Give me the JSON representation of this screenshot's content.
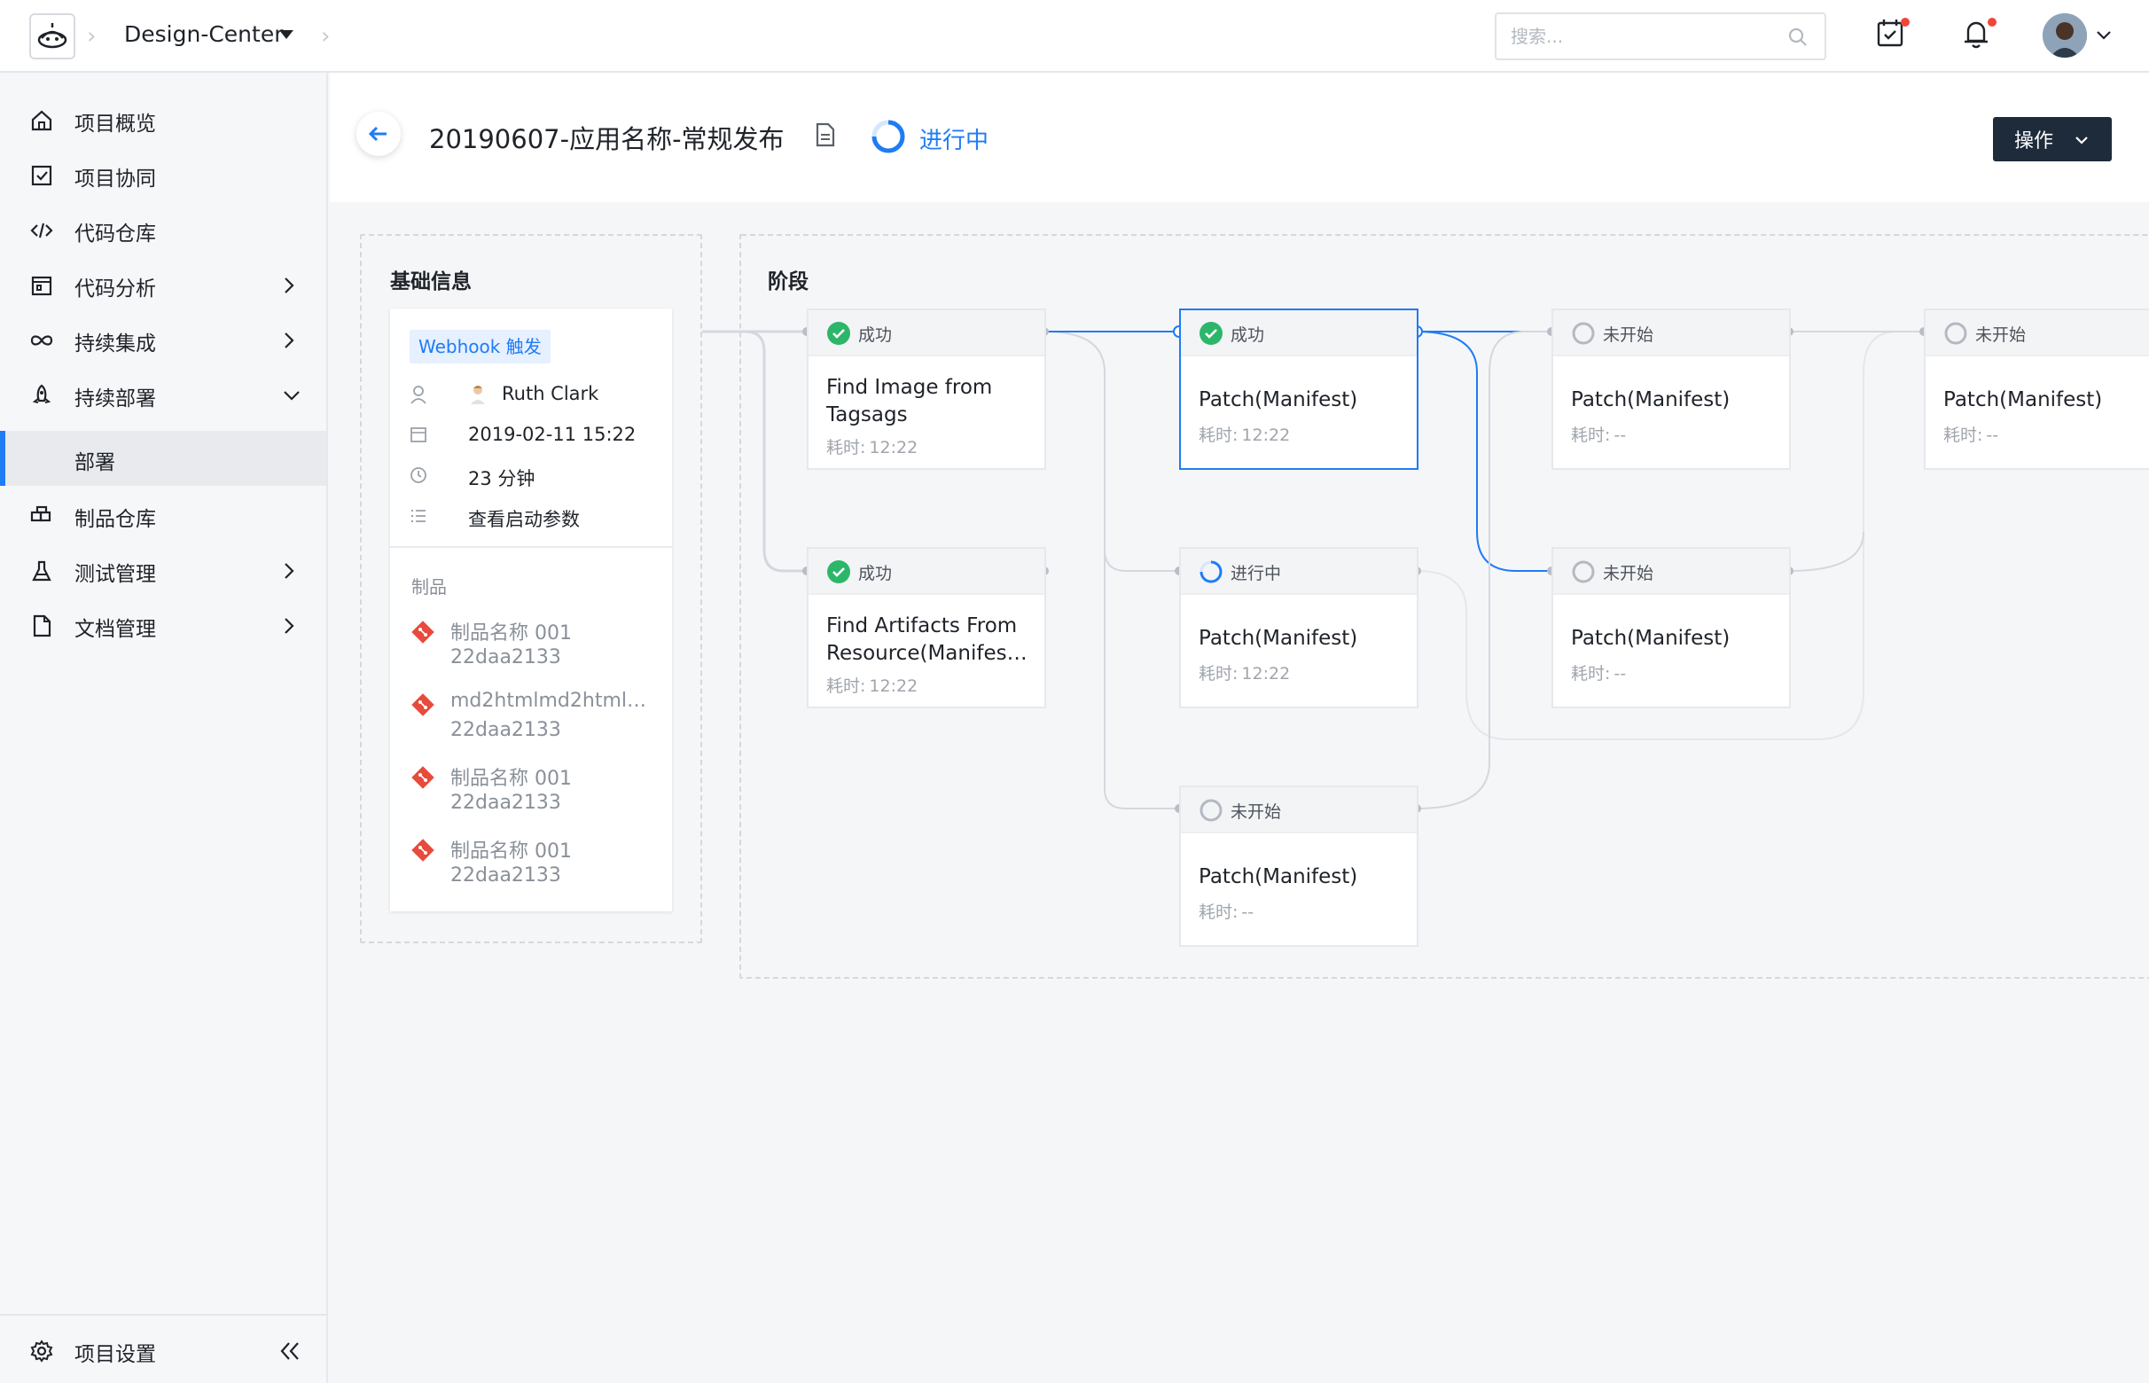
{
  "topbar": {
    "project_name": "Design-Center",
    "search_placeholder": "搜索...",
    "colors": {
      "notification_dot": "#f0463a"
    }
  },
  "sidebar": {
    "items": [
      {
        "label": "项目概览",
        "icon": "home-icon"
      },
      {
        "label": "项目协同",
        "icon": "checkbox-icon"
      },
      {
        "label": "代码仓库",
        "icon": "code-icon"
      },
      {
        "label": "代码分析",
        "icon": "calendar-chart-icon"
      },
      {
        "label": "持续集成",
        "icon": "infinity-icon"
      },
      {
        "label": "持续部署",
        "icon": "rocket-icon"
      },
      {
        "label": "部署",
        "icon": ""
      },
      {
        "label": "制品仓库",
        "icon": "package-icon"
      },
      {
        "label": "测试管理",
        "icon": "flask-icon"
      },
      {
        "label": "文档管理",
        "icon": "document-icon"
      }
    ],
    "settings_label": "项目设置"
  },
  "header": {
    "title": "20190607-应用名称-常规发布",
    "status": "进行中",
    "operation_label": "操作",
    "colors": {
      "accent": "#1f7cf5",
      "op_button": "#1d2b3a"
    }
  },
  "basic_info": {
    "title": "基础信息",
    "trigger_tag": "Webhook 触发",
    "user": "Ruth Clark",
    "date": "2019-02-11 15:22",
    "duration": "23 分钟",
    "params_link": "查看启动参数",
    "artifacts_label": "制品",
    "artifacts": [
      {
        "name": "制品名称 001",
        "hash": "22daa2133"
      },
      {
        "name": "md2htmlmd2html…",
        "hash": "22daa2133"
      },
      {
        "name": "制品名称 001",
        "hash": "22daa2133"
      },
      {
        "name": "制品名称 001",
        "hash": "22daa2133"
      }
    ]
  },
  "stages": {
    "title": "阶段",
    "time_label": "耗时:",
    "items": [
      {
        "status": "成功",
        "state": "success",
        "name": "Find Image from Tagsags",
        "time": "12:22"
      },
      {
        "status": "成功",
        "state": "success",
        "name": "Find Artifacts From Resource(Manifes…",
        "time": "12:22"
      },
      {
        "status": "成功",
        "state": "success",
        "name": "Patch(Manifest)",
        "time": "12:22"
      },
      {
        "status": "进行中",
        "state": "running",
        "name": "Patch(Manifest)",
        "time": "12:22"
      },
      {
        "status": "未开始",
        "state": "pending",
        "name": "Patch(Manifest)",
        "time": "--"
      },
      {
        "status": "未开始",
        "state": "pending",
        "name": "Patch(Manifest)",
        "time": "--"
      },
      {
        "status": "未开始",
        "state": "pending",
        "name": "Patch(Manifest)",
        "time": "--"
      },
      {
        "status": "未开始",
        "state": "pending",
        "name": "Patch(Manifest)",
        "time": "--"
      }
    ],
    "colors": {
      "success": "#2cb66a",
      "running": "#1f7cf5",
      "pending": "#b4b9c1"
    }
  }
}
